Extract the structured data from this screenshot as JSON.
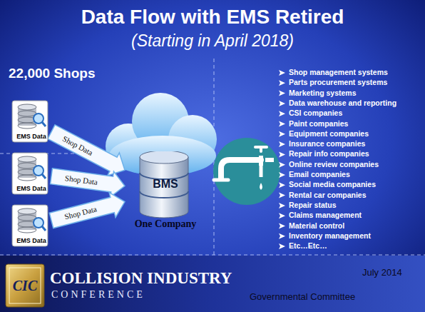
{
  "diagram": {
    "title": "Data Flow with EMS Retired",
    "nodes": [
      {
        "text": [
          "EMS Data"
        ]
      },
      {
        "text": [
          "EMS Data"
        ]
      },
      {
        "text": [
          "EMS Data"
        ]
      },
      {
        "text": [
          "BMS",
          "One Company"
        ]
      }
    ],
    "edges": [
      {
        "from": 0,
        "to": 3,
        "label": "Shop Data",
        "arrow": "to"
      },
      {
        "from": 1,
        "to": 3,
        "label": "Shop Data",
        "arrow": "to"
      },
      {
        "from": 2,
        "to": 3,
        "label": "Shop Data",
        "arrow": "to"
      }
    ],
    "labels": [
      "(Starting in April 2018)",
      "22,000 Shops",
      "Shop management systems",
      "Parts procurement systems",
      "Marketing systems",
      "Data warehouse and reporting",
      "CSI companies",
      "Paint companies",
      "Equipment companies",
      "Insurance companies",
      "Repair info companies",
      "Online review companies",
      "Email companies",
      "Social media companies",
      "Rental car companies",
      "Repair status",
      "Claims management",
      "Material control",
      "Inventory management",
      "Etc…Etc…",
      "CIC",
      "COLLISION INDUSTRY",
      "CONFERENCE",
      "July 2014",
      "Governmental Committee"
    ]
  }
}
